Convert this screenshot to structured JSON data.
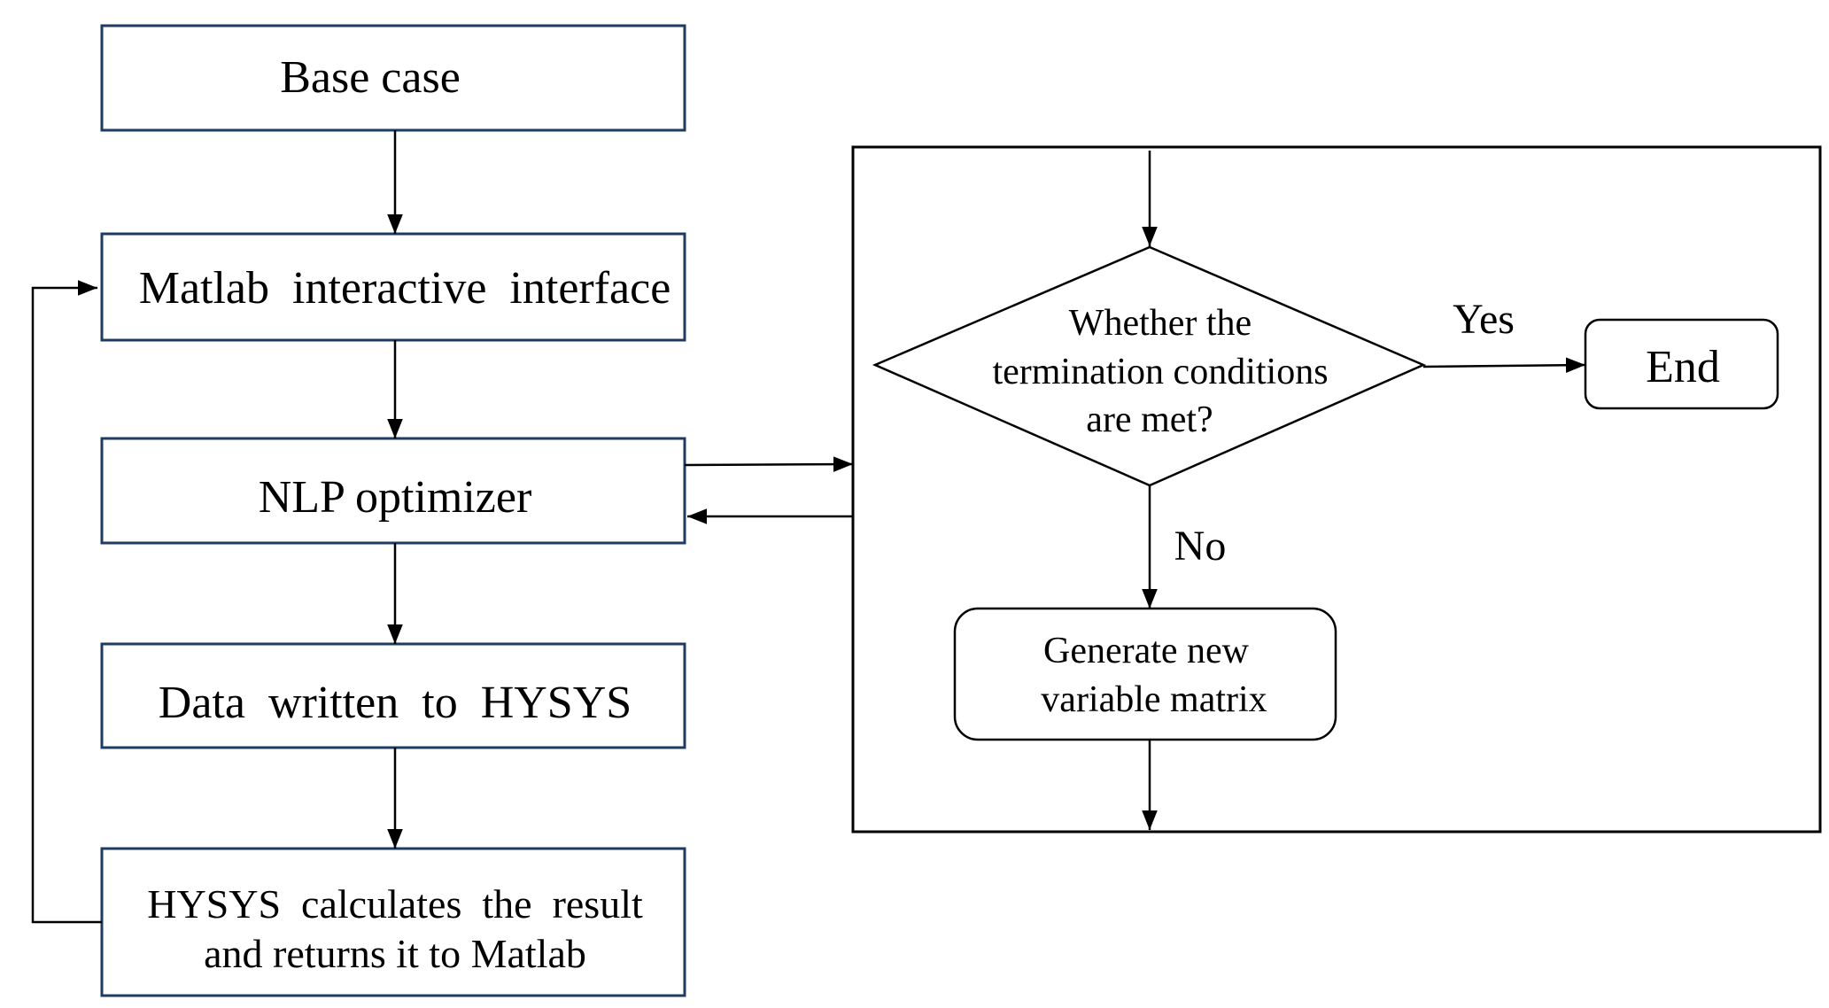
{
  "colors": {
    "box_border": "#1f3b63",
    "line": "#000000",
    "background": "#ffffff"
  },
  "left_column": {
    "base_case": "Base case",
    "matlab_interface": "Matlab  interactive  interface",
    "nlp_optimizer": "NLP optimizer",
    "data_written": "Data  written  to  HYSYS",
    "hysys_calculates": {
      "line1": "HYSYS  calculates  the  result",
      "line2": "and returns it to Matlab"
    }
  },
  "right_panel": {
    "decision": {
      "line1": "Whether the",
      "line2": "termination conditions",
      "line3": "are met?"
    },
    "yes_label": "Yes",
    "no_label": "No",
    "end": "End",
    "generate": {
      "line1": "Generate new",
      "line2": "variable matrix"
    }
  }
}
